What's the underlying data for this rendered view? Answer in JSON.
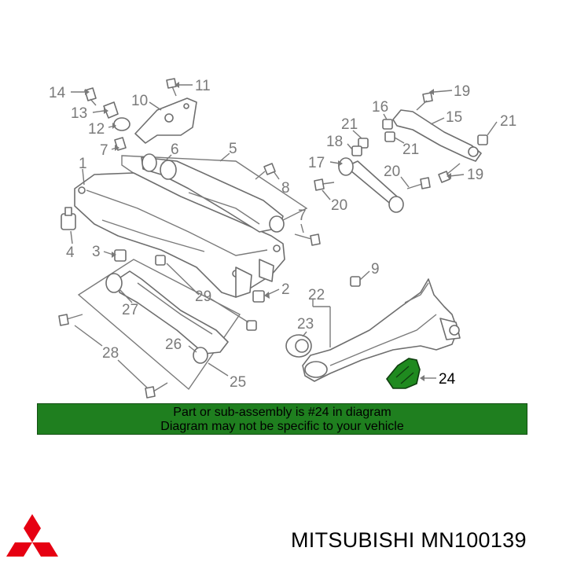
{
  "callouts": {
    "c1": "1",
    "c2": "2",
    "c3": "3",
    "c4": "4",
    "c5": "5",
    "c6": "6",
    "c7a": "7",
    "c7b": "7",
    "c8": "8",
    "c9": "9",
    "c10": "10",
    "c11": "11",
    "c12": "12",
    "c13": "13",
    "c14": "14",
    "c15": "15",
    "c16": "16",
    "c17": "17",
    "c18": "18",
    "c19a": "19",
    "c19b": "19",
    "c20a": "20",
    "c20b": "20",
    "c21a": "21",
    "c21b": "21",
    "c21c": "21",
    "c22": "22",
    "c23": "23",
    "c24": "24",
    "c25": "25",
    "c26": "26",
    "c27": "27",
    "c28": "28",
    "c29": "29"
  },
  "banner": {
    "line1": "Part or sub-assembly is #24 in diagram",
    "line2": "Diagram may not be specific to your vehicle"
  },
  "footer": {
    "part_label": "MITSUBISHI MN100139"
  },
  "colors": {
    "banner_bg": "#1f7f1f",
    "highlight": "#1f8a1f",
    "logo": "#e60012"
  },
  "icons": {
    "brand": "mitsubishi-three-diamond-logo"
  }
}
